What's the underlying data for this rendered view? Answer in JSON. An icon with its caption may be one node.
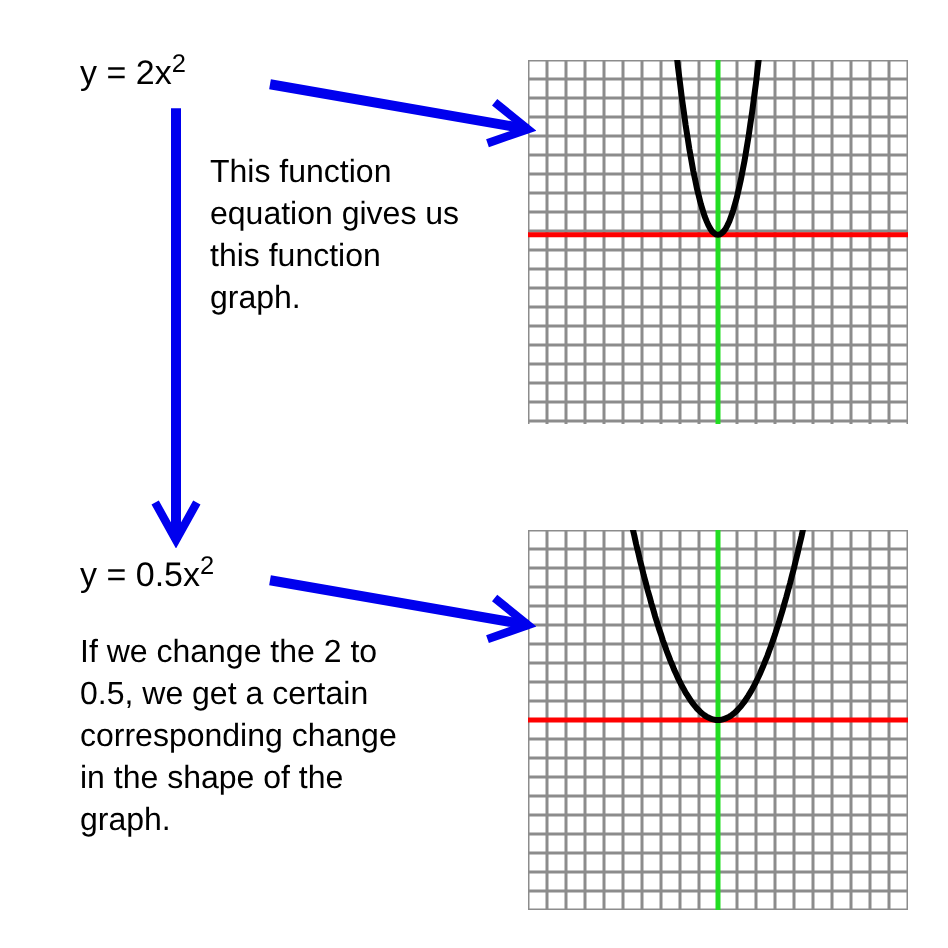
{
  "diagram": {
    "nodes": [
      {
        "text": [
          "y = 2x$^{2}$"
        ]
      },
      {
        "text": [],
        "shape": "picture"
      },
      {
        "text": [
          "y = 0.5x$^{2}$"
        ]
      },
      {
        "text": [],
        "shape": "picture"
      }
    ],
    "edges": [
      {
        "from": 0,
        "to": 1,
        "arrow": "to"
      },
      {
        "from": 0,
        "to": 2,
        "arrow": "to"
      },
      {
        "from": 2,
        "to": 3,
        "arrow": "to"
      }
    ],
    "labels": [
      "This function equation gives us this function graph.",
      "If we change the 2 to 0.5, we get a certain corresponding change in the shape of the graph."
    ]
  }
}
